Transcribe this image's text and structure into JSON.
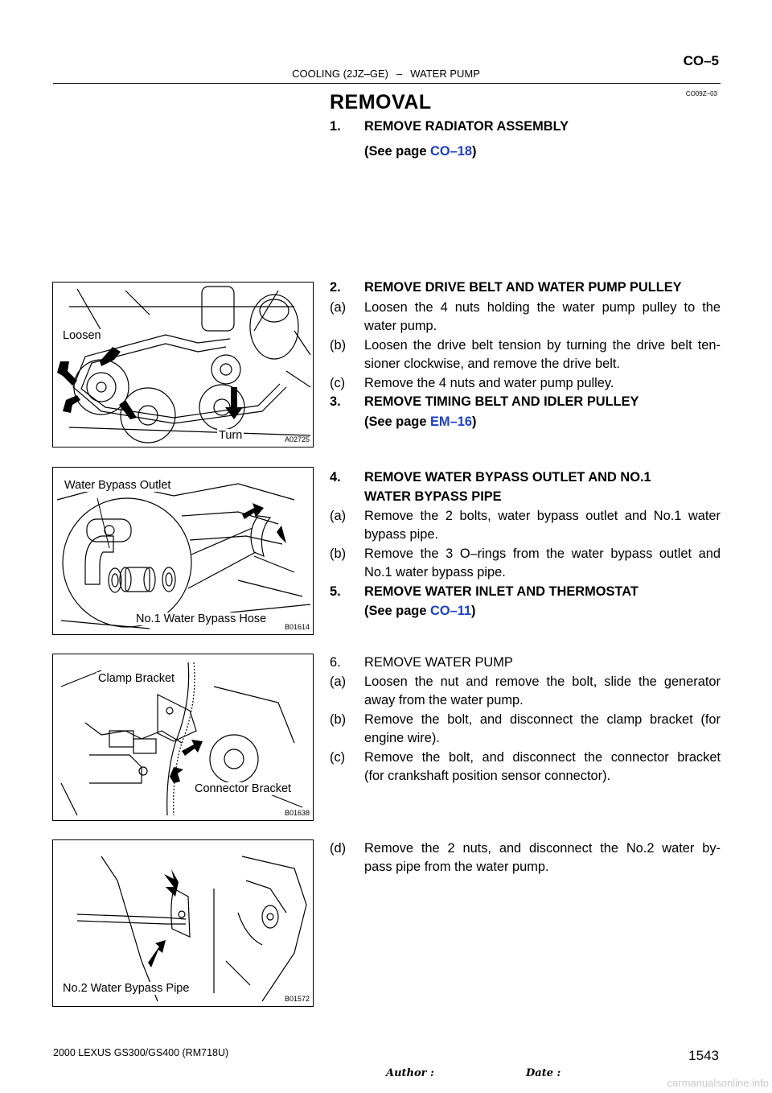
{
  "header": {
    "section": "COOLING (2JZ–GE)",
    "separator": "–",
    "topic": "WATER PUMP",
    "page_code": "CO–5",
    "ref_code": "CO09Z–03"
  },
  "title": "REMOVAL",
  "steps": {
    "s1": {
      "num": "1.",
      "text": "REMOVE RADIATOR ASSEMBLY",
      "see_prefix": "(See page ",
      "see_link": "CO–18",
      "see_suffix": ")"
    },
    "s2": {
      "num": "2.",
      "text": "REMOVE DRIVE BELT AND WATER PUMP PULLEY",
      "a": {
        "num": "(a)",
        "l1": "Loosen the 4 nuts holding the water pump pulley to the",
        "l2": "water pump."
      },
      "b": {
        "num": "(b)",
        "l1": "Loosen the drive belt tension by turning the drive belt ten-",
        "l2": "sioner clockwise, and remove the drive belt."
      },
      "c": {
        "num": "(c)",
        "l1": "Remove the 4 nuts and water pump pulley."
      }
    },
    "s3": {
      "num": "3.",
      "text": "REMOVE TIMING BELT AND IDLER PULLEY",
      "see_prefix": "(See page ",
      "see_link": "EM–16",
      "see_suffix": ")"
    },
    "s4": {
      "num": "4.",
      "l1": "REMOVE WATER BYPASS OUTLET AND NO.1",
      "l2": "WATER BYPASS PIPE",
      "a": {
        "num": "(a)",
        "l1": "Remove the 2 bolts, water bypass outlet and No.1 water",
        "l2": "bypass pipe."
      },
      "b": {
        "num": "(b)",
        "l1": "Remove the 3 O–rings from the water bypass outlet and",
        "l2": "No.1 water bypass pipe."
      }
    },
    "s5": {
      "num": "5.",
      "text": "REMOVE WATER INLET AND THERMOSTAT",
      "see_prefix": "(See page ",
      "see_link": "CO–11",
      "see_suffix": ")"
    },
    "s6": {
      "num": "6.",
      "text": "REMOVE WATER PUMP",
      "a": {
        "num": "(a)",
        "l1": "Loosen the nut and remove the bolt, slide the generator",
        "l2": "away from the water pump."
      },
      "b": {
        "num": "(b)",
        "l1": "Remove the bolt, and disconnect the clamp bracket (for",
        "l2": "engine wire)."
      },
      "c": {
        "num": "(c)",
        "l1": "Remove the bolt, and disconnect the connector bracket",
        "l2": "(for crankshaft position sensor connector)."
      },
      "d": {
        "num": "(d)",
        "l1": "Remove the 2 nuts, and disconnect the No.2 water by-",
        "l2": "pass pipe from the water pump."
      }
    }
  },
  "figures": {
    "f1": {
      "label_a": "Loosen",
      "label_b": "Turn",
      "code": "A02725"
    },
    "f2": {
      "label_a": "Water Bypass Outlet",
      "label_b": "No.1 Water Bypass Hose",
      "code": "B01614"
    },
    "f3": {
      "label_a": "Clamp Bracket",
      "label_b": "Connector Bracket",
      "code": "B01638"
    },
    "f4": {
      "label_a": "No.2 Water Bypass Pipe",
      "code": "B01572"
    }
  },
  "footer": {
    "model": "2000 LEXUS GS300/GS400   (RM718U)",
    "page_number": "1543",
    "author_label": "Author :",
    "date_label": "Date :",
    "watermark": "carmanualsonline.info"
  }
}
